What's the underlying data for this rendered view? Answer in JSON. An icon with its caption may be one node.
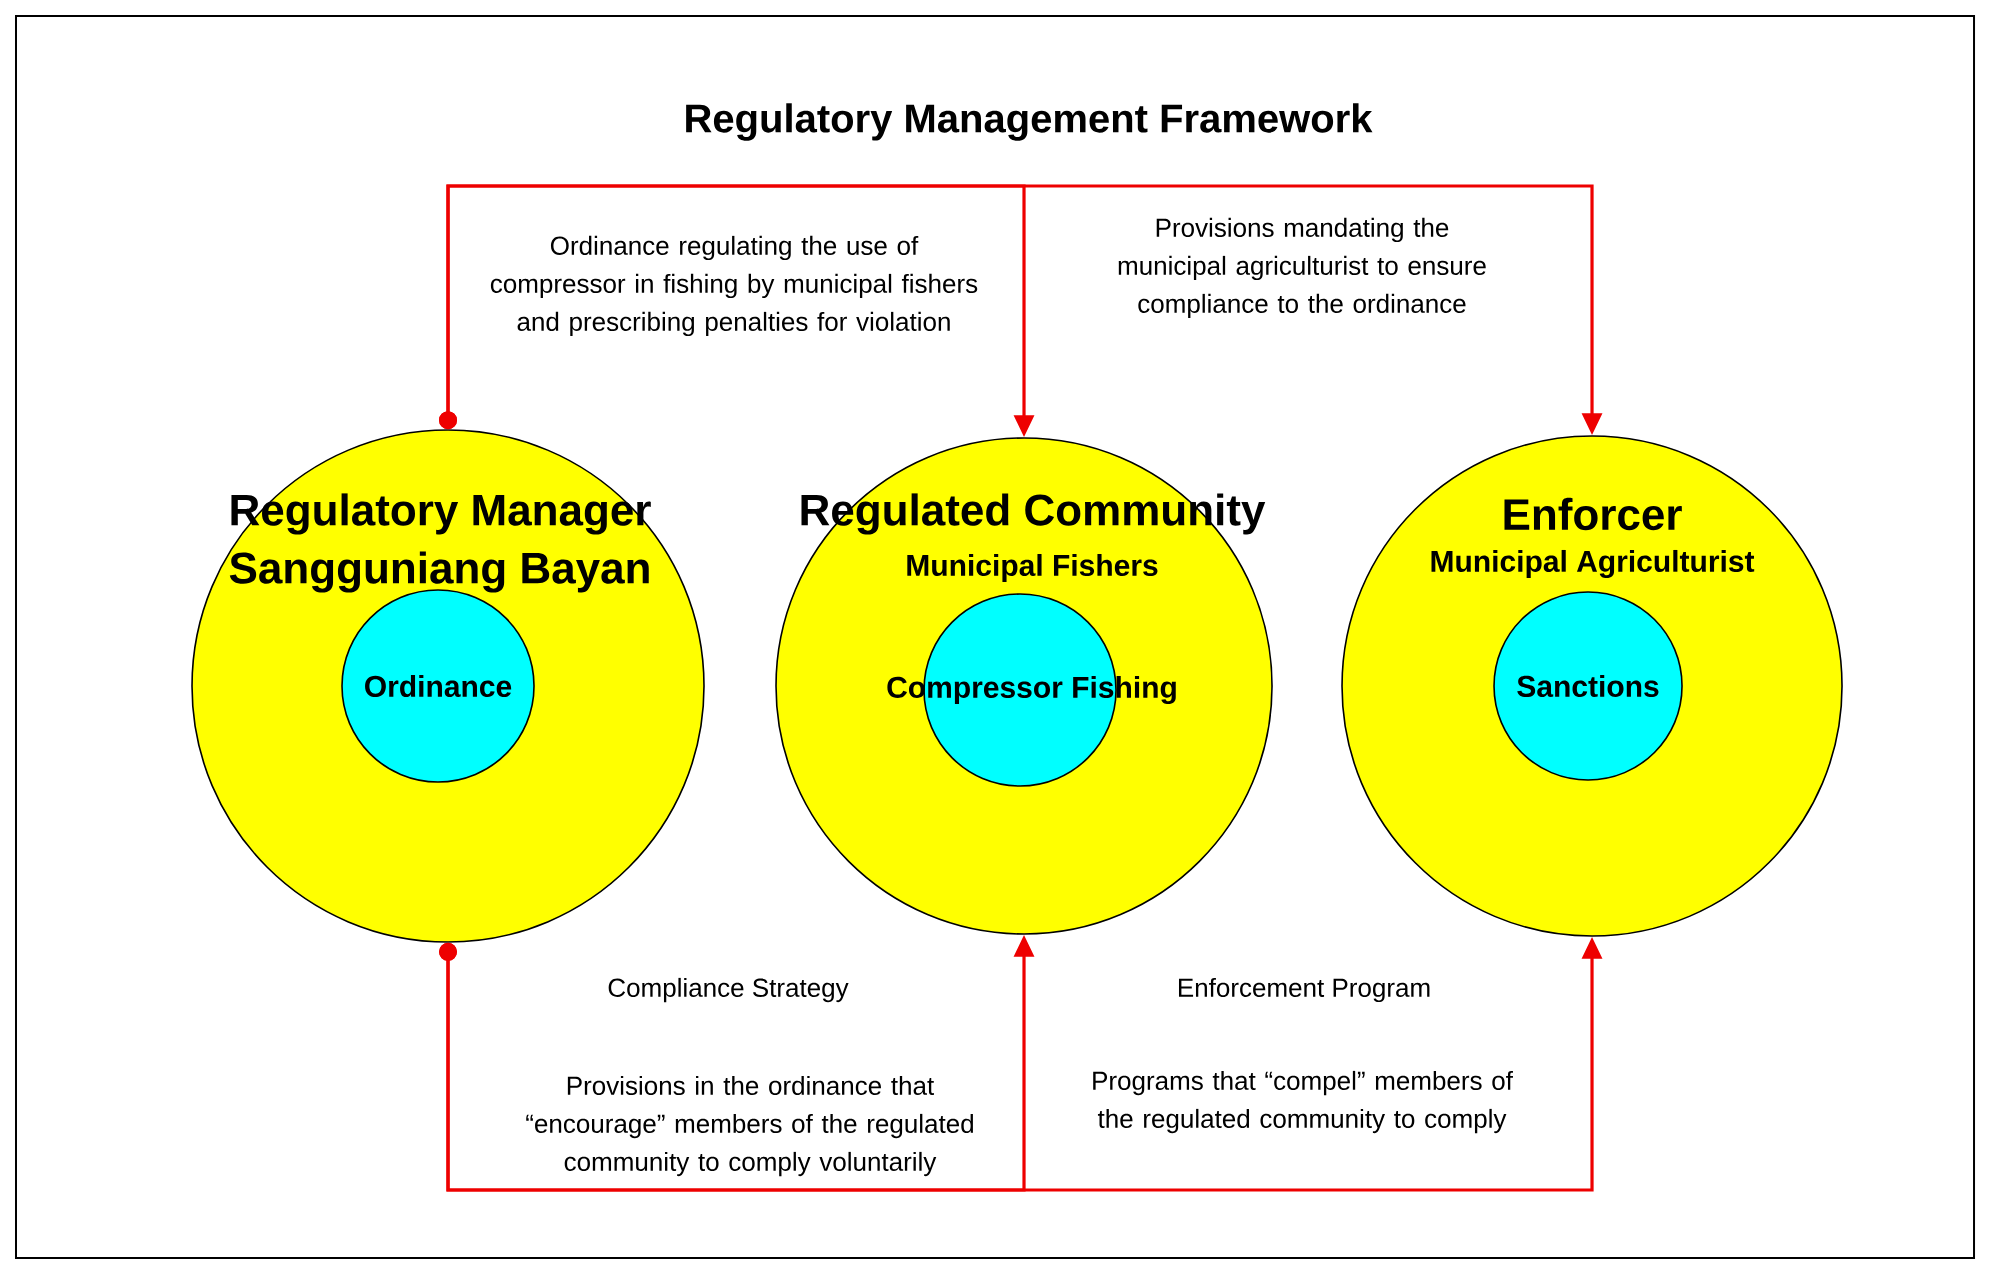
{
  "diagram": {
    "title": "Regulatory Management Framework",
    "nodes": [
      {
        "text": [
          "Regulatory Manager",
          "Sangguniang Bayan"
        ]
      },
      {
        "text": [
          "Ordinance"
        ],
        "in": 0
      },
      {
        "text": [
          "Regulated Community",
          "Municipal Fishers"
        ]
      },
      {
        "text": [
          "Compressor Fishing"
        ],
        "in": 2
      },
      {
        "text": [
          "Enforcer",
          "Municipal Agriculturist"
        ]
      },
      {
        "text": [
          "Sanctions"
        ],
        "in": 4
      }
    ],
    "edges": [
      {
        "from": 0,
        "to": 2,
        "arrow": "to"
      },
      {
        "from": 0,
        "to": 4,
        "arrow": "to"
      },
      {
        "from": 0,
        "to": 2,
        "arrow": "to"
      },
      {
        "from": 0,
        "to": 4,
        "arrow": "to"
      }
    ],
    "labels": [
      "Ordinance regulating the use of compressor in fishing by municipal fishers and prescribing penalties for violation",
      "Provisions mandating the municipal agriculturist to ensure compliance to the ordinance",
      "Compliance Strategy",
      "Enforcement Program",
      "Provisions in the ordinance that “encourage” members of the regulated community to comply voluntarily",
      "Programs that “compel” members of the regulated community to comply"
    ]
  }
}
